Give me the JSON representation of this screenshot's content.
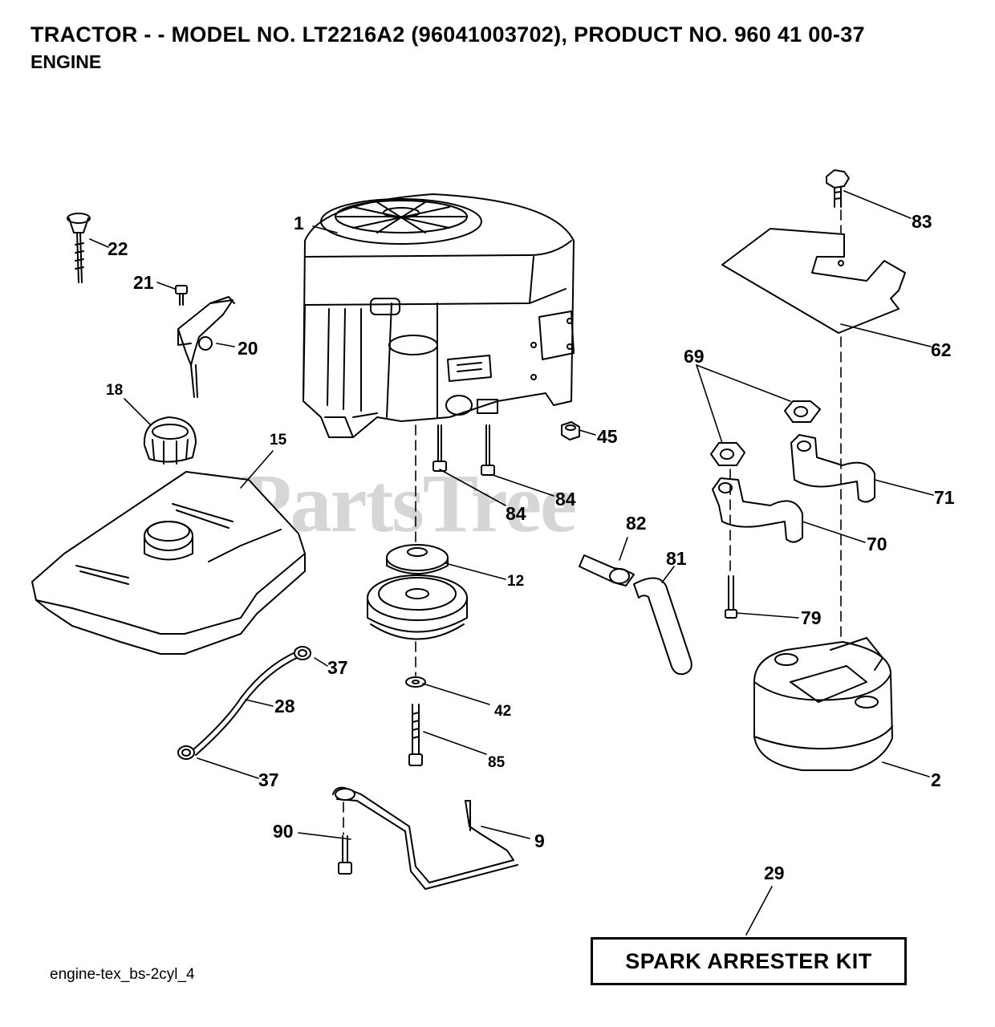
{
  "header": {
    "title": "TRACTOR - - MODEL NO. LT2216A2 (96041003702), PRODUCT NO. 960 41 00-37",
    "subtitle": "ENGINE"
  },
  "watermark": "PartsTree",
  "callouts": {
    "p1": "1",
    "p2": "2",
    "p9": "9",
    "p12": "12",
    "p15": "15",
    "p18": "18",
    "p20": "20",
    "p21": "21",
    "p22": "22",
    "p28": "28",
    "p29": "29",
    "p37a": "37",
    "p37b": "37",
    "p42": "42",
    "p45": "45",
    "p62": "62",
    "p69": "69",
    "p70": "70",
    "p71": "71",
    "p79": "79",
    "p81": "81",
    "p82": "82",
    "p83": "83",
    "p84a": "84",
    "p84b": "84",
    "p85": "85",
    "p90": "90"
  },
  "kit_label": "SPARK ARRESTER KIT",
  "footer": "engine-tex_bs-2cyl_4"
}
